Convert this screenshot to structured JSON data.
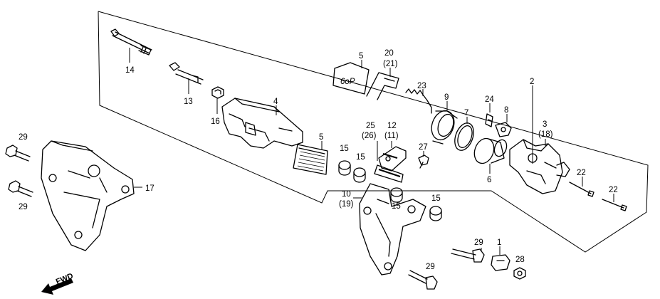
{
  "diagram": {
    "labels": {
      "p14": "14",
      "p13": "13",
      "p16": "16",
      "p4": "4",
      "p5a": "5",
      "p5b": "5",
      "p20": "20",
      "p21": "(21)",
      "p23": "23",
      "p9": "9",
      "p7": "7",
      "p24": "24",
      "p8": "8",
      "p2": "2",
      "p3": "3",
      "p18": "(18)",
      "p6": "6",
      "p22a": "22",
      "p22b": "22",
      "p12": "12",
      "p11": "(11)",
      "p25": "25",
      "p26": "(26)",
      "p27": "27",
      "p15a": "15",
      "p15b": "15",
      "p15c": "15",
      "p15d": "15",
      "p10": "10",
      "p19": "(19)",
      "p29a": "29",
      "p29b": "29",
      "p29c": "29",
      "p29d": "29",
      "p17": "17",
      "p1": "1",
      "p28": "28"
    },
    "direction_label": "FWD"
  }
}
